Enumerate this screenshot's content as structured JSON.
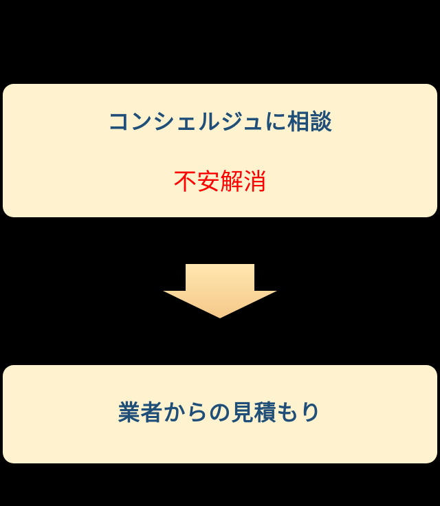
{
  "colors": {
    "background": "#000000",
    "box_fill": "#fff3cf",
    "title_text": "#1f4e79",
    "highlight_text": "#ff0000",
    "arrow_top": "#ffe6b0",
    "arrow_bottom": "#f5c98a"
  },
  "steps": [
    {
      "title": "コンシェルジュに相談",
      "subtitle": "不安解消"
    },
    {
      "title": "業者からの見積もり"
    }
  ],
  "connector": {
    "icon": "down-arrow-icon"
  }
}
